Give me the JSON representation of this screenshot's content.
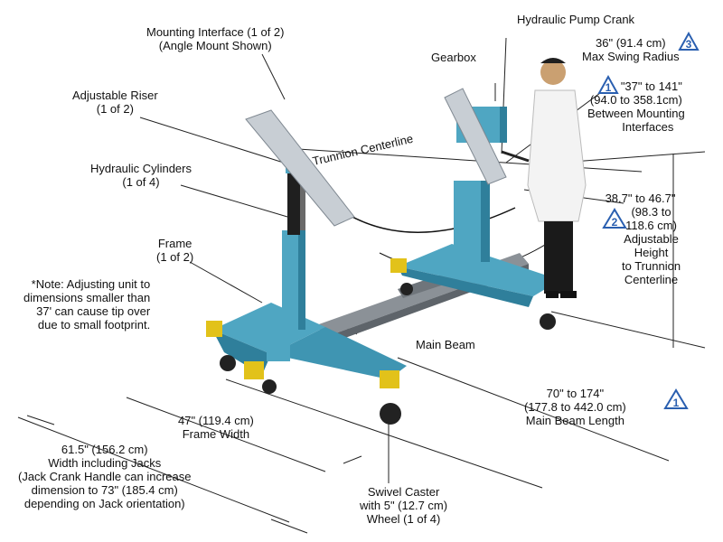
{
  "labels": {
    "mounting_interface": [
      "Mounting Interface (1 of 2)",
      "(Angle Mount Shown)"
    ],
    "hydraulic_pump_crank": "Hydraulic Pump Crank",
    "gearbox": "Gearbox",
    "swing_radius": [
      "36\" (91.4 cm)",
      "Max Swing Radius"
    ],
    "mounting_distance": [
      "\"37\" to 141\"",
      "(94.0 to 358.1cm)",
      "Between Mounting",
      "Interfaces"
    ],
    "adjustable_riser": [
      "Adjustable Riser",
      "(1 of 2)"
    ],
    "trunnion_centerline": "Trunnion Centerline",
    "hydraulic_cylinders": [
      "Hydraulic Cylinders",
      "(1 of 4)"
    ],
    "height": [
      "38.7\" to 46.7\"",
      "(98.3 to",
      "118.6 cm)",
      "Adjustable",
      "Height",
      "to Trunnion",
      "Centerline"
    ],
    "frame": [
      "Frame",
      "(1 of 2)"
    ],
    "note": [
      "*Note: Adjusting unit to",
      "dimensions smaller than",
      "37' can cause tip over",
      "due to small footprint."
    ],
    "main_beam": "Main Beam",
    "main_beam_length": [
      "70\" to 174\"",
      "(177.8 to 442.0 cm)",
      "Main Beam Length"
    ],
    "frame_width": [
      "47\" (119.4 cm)",
      "Frame Width"
    ],
    "width_jacks": [
      "61.5\" (156.2 cm)",
      "Width including Jacks",
      "(Jack Crank Handle can increase",
      "dimension to 73\" (185.4 cm)",
      "depending on Jack orientation)"
    ],
    "swivel_caster": [
      "Swivel Caster",
      "with 5\" (12.7 cm)",
      "Wheel (1 of 4)"
    ]
  },
  "badges": {
    "one": "1",
    "two": "2",
    "three": "3"
  },
  "colors": {
    "frame": "#4fa6c2",
    "frame_dark": "#2f7f9b",
    "beam": "#777d83",
    "jack": "#e2c21a",
    "badge": "#2a5fb0",
    "plate": "#c8ced4",
    "line": "#222222"
  }
}
